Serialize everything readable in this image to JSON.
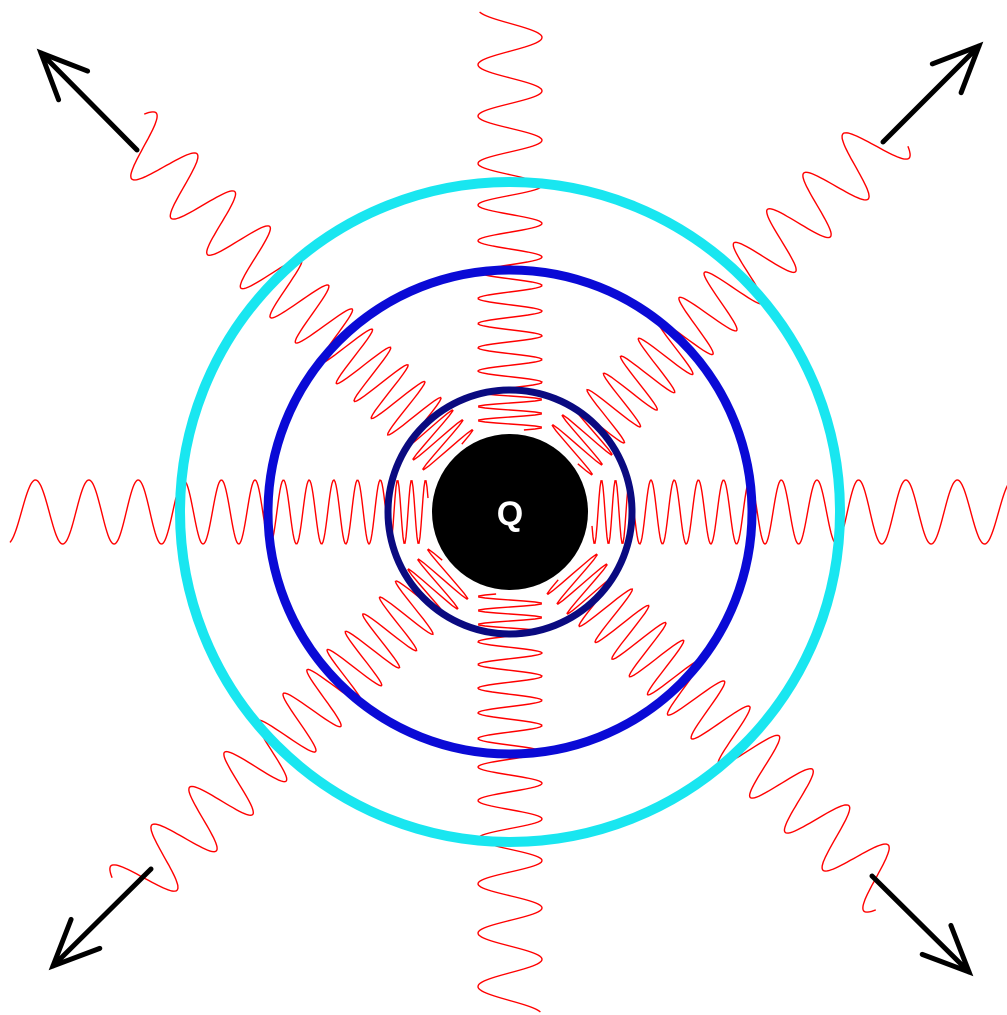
{
  "charge": {
    "label": "Q",
    "fill_color": "#000000",
    "label_color": "#ffffff"
  },
  "rings": [
    {
      "name": "inner-ring",
      "color": "#0a0a80"
    },
    {
      "name": "middle-ring",
      "color": "#0a0ad6"
    },
    {
      "name": "outer-ring",
      "color": "#19e6f0"
    }
  ],
  "waves": {
    "color": "#ff0000",
    "directions": [
      "up",
      "down",
      "left",
      "right",
      "up-left",
      "up-right",
      "down-left",
      "down-right"
    ]
  },
  "arrows": {
    "color": "#000000",
    "directions": [
      "up-left",
      "up-right",
      "down-left",
      "down-right"
    ]
  }
}
